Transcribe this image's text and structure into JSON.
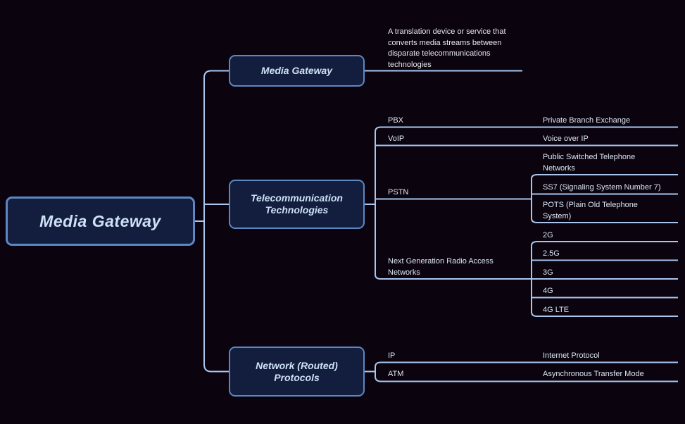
{
  "colors": {
    "background": "#0b040f",
    "line": "#a9c6ef",
    "node_fill": "#131d3d",
    "node_border": "#5d87c2",
    "node_text": "#cde0f7",
    "leaf_text": "#dce6f2",
    "description_text": "#e6e8ec"
  },
  "root": {
    "label": "Media Gateway"
  },
  "branches": [
    {
      "label": "Media Gateway",
      "description": "A translation device or service that\nconverts media streams between\ndisparate telecommunications\ntechnologies"
    },
    {
      "label": "Telecommunication\nTechnologies",
      "children": [
        {
          "label": "PBX",
          "children": [
            {
              "label": "Private Branch Exchange"
            }
          ]
        },
        {
          "label": "VoIP",
          "children": [
            {
              "label": "Voice over IP"
            }
          ]
        },
        {
          "label": "PSTN",
          "children": [
            {
              "label": "Public Switched Telephone\nNetworks"
            },
            {
              "label": "SS7 (Signaling System Number 7)"
            },
            {
              "label": "POTS (Plain Old Telephone\nSystem)"
            }
          ]
        },
        {
          "label": "Next Generation Radio Access\nNetworks",
          "children": [
            {
              "label": "2G"
            },
            {
              "label": "2.5G"
            },
            {
              "label": "3G"
            },
            {
              "label": "4G"
            },
            {
              "label": "4G LTE"
            }
          ]
        }
      ]
    },
    {
      "label": "Network (Routed)\nProtocols",
      "children": [
        {
          "label": "IP",
          "children": [
            {
              "label": "Internet Protocol"
            }
          ]
        },
        {
          "label": "ATM",
          "children": [
            {
              "label": "Asynchronous Transfer Mode"
            }
          ]
        }
      ]
    }
  ]
}
